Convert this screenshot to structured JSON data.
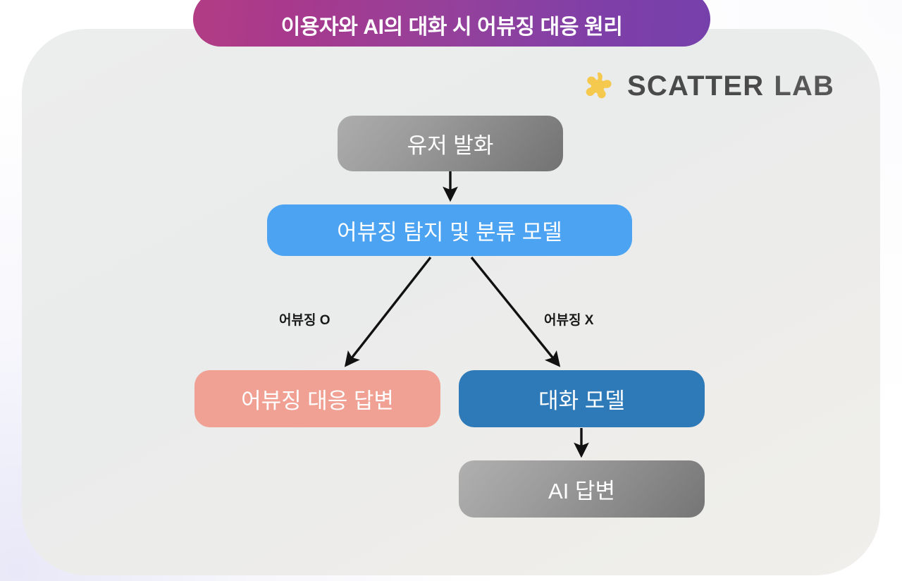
{
  "title": {
    "text": "이용자와 AI의 대화 시 어뷰징 대응 원리",
    "gradient_from": "#b23d85",
    "gradient_to": "#7640ab"
  },
  "logo": {
    "mark": "splat-icon",
    "mark_color": "#f5c94e",
    "word_primary": "SCATTER",
    "word_secondary": "LAB",
    "word_color": "#4a4a4a"
  },
  "card": {
    "background": "#ecedec",
    "page_background": "#ffffff"
  },
  "flow": {
    "nodes": [
      {
        "id": "user-utterance",
        "label": "유저 발화",
        "color": "#8c8c8c",
        "text_color": "#ffffff"
      },
      {
        "id": "detect-model",
        "label": "어뷰징 탐지 및 분류 모델",
        "color": "#4ba3f2",
        "text_color": "#ffffff"
      },
      {
        "id": "abuse-response",
        "label": "어뷰징 대응 답변",
        "color": "#f0a194",
        "text_color": "#ffffff"
      },
      {
        "id": "dialog-model",
        "label": "대화 모델",
        "color": "#2e7ab8",
        "text_color": "#ffffff"
      },
      {
        "id": "ai-response",
        "label": "AI 답변",
        "color": "#8c8c8c",
        "text_color": "#ffffff"
      }
    ],
    "edges": [
      {
        "id": "user-to-detect",
        "from": "user-utterance",
        "to": "detect-model",
        "label": ""
      },
      {
        "id": "detect-to-abuse",
        "from": "detect-model",
        "to": "abuse-response",
        "label": "어뷰징 O"
      },
      {
        "id": "detect-to-dialog",
        "from": "detect-model",
        "to": "dialog-model",
        "label": "어뷰징 X"
      },
      {
        "id": "dialog-to-ai",
        "from": "dialog-model",
        "to": "ai-response",
        "label": ""
      }
    ],
    "arrow_color": "#111111"
  }
}
